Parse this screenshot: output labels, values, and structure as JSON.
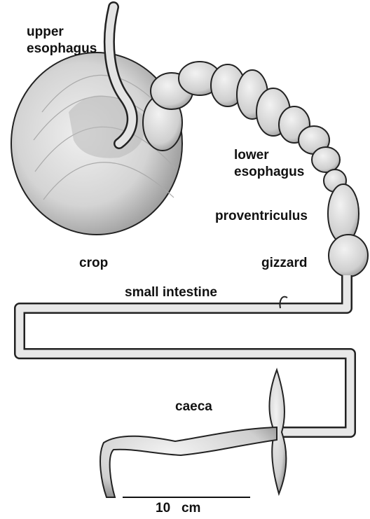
{
  "labels": {
    "upper_esophagus": [
      "upper",
      "esophagus"
    ],
    "lower_esophagus": [
      "lower",
      "esophagus"
    ],
    "proventriculus": "proventriculus",
    "crop": "crop",
    "gizzard": "gizzard",
    "small_intestine": "small intestine",
    "caeca": "caeca"
  },
  "scale_bar": {
    "label": "10   cm",
    "value": 10,
    "unit": "cm"
  },
  "colors": {
    "ink": "#111111",
    "tissue": "#c8c8c8",
    "tissue_dark": "#8a8a8a",
    "background": "#ffffff"
  }
}
